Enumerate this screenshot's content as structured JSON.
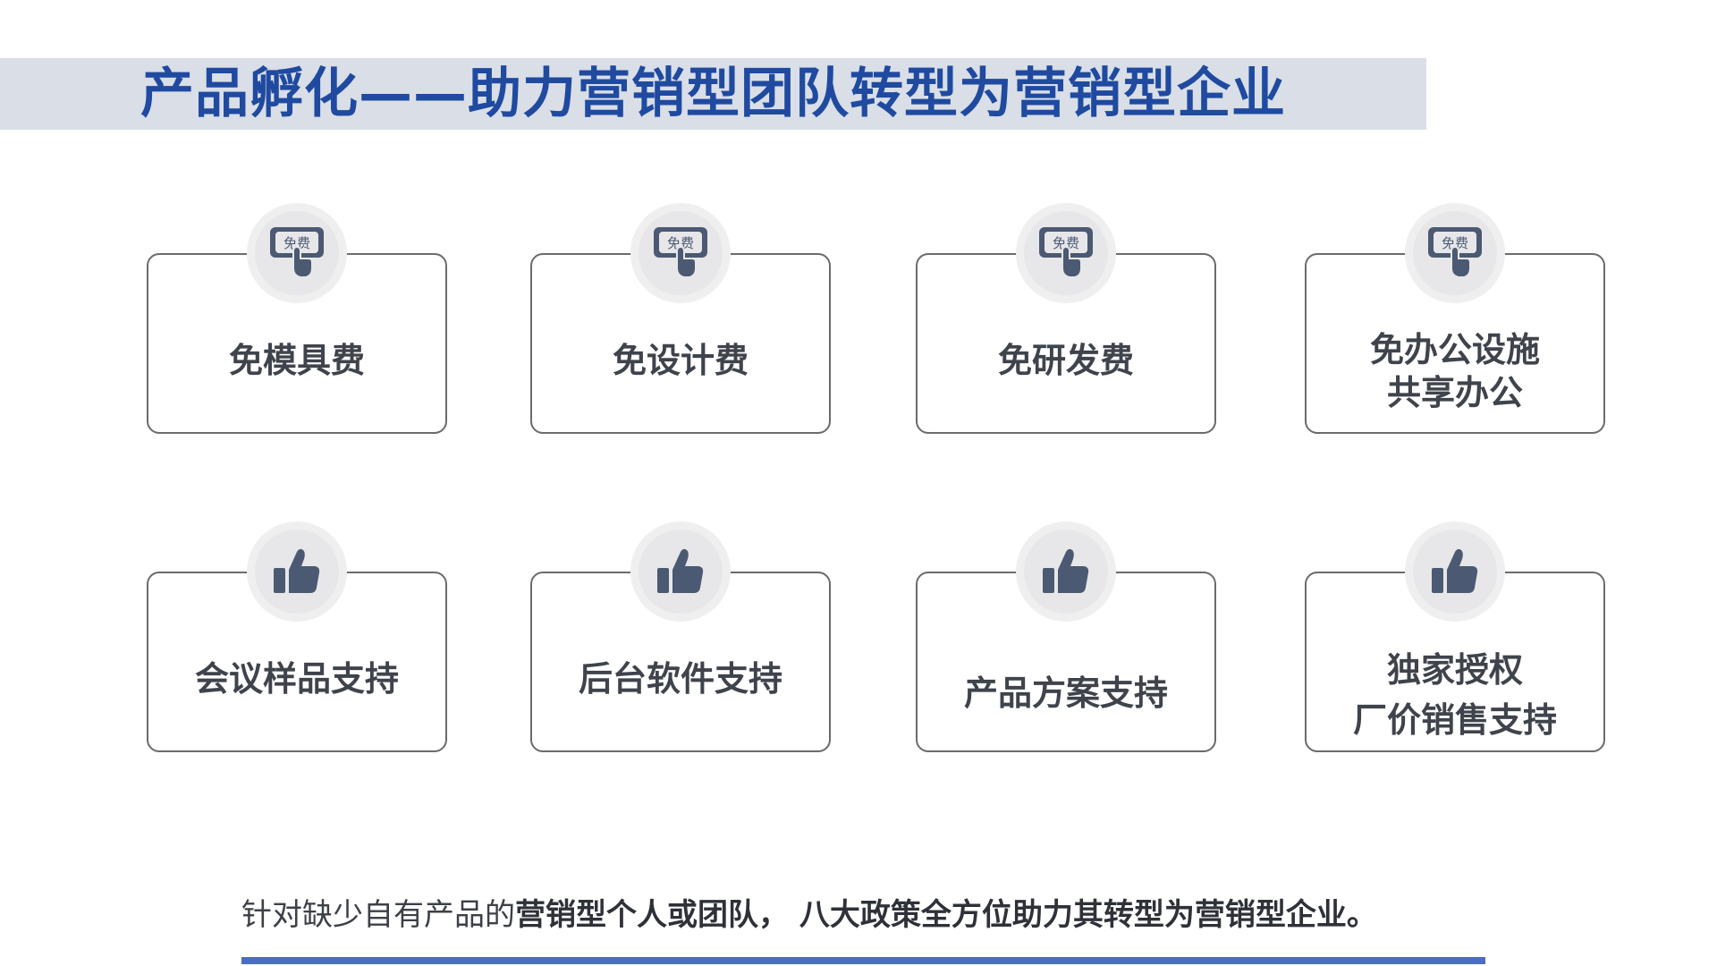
{
  "title": "产品孵化——助力营销型团队转型为营销型企业",
  "free_badge_text": "免费",
  "cards_row1": [
    {
      "icon": "free-badge-hand-icon",
      "lines": [
        "免模具费"
      ]
    },
    {
      "icon": "free-badge-hand-icon",
      "lines": [
        "免设计费"
      ]
    },
    {
      "icon": "free-badge-hand-icon",
      "lines": [
        "免研发费"
      ]
    },
    {
      "icon": "free-badge-hand-icon",
      "lines": [
        "免办公设施",
        "共享办公"
      ]
    }
  ],
  "cards_row2": [
    {
      "icon": "thumbs-up-icon",
      "lines": [
        "会议样品支持"
      ]
    },
    {
      "icon": "thumbs-up-icon",
      "lines": [
        "后台软件支持"
      ]
    },
    {
      "icon": "thumbs-up-icon",
      "lines": [
        "产品方案支持"
      ]
    },
    {
      "icon": "thumbs-up-icon",
      "lines": [
        "独家授权",
        "厂价销售支持"
      ]
    }
  ],
  "footer": {
    "part1": "针对缺少自有产品的",
    "part2": "营销型个人或团队，  八大政策全方位助力其转型为营销型企业。"
  },
  "colors": {
    "title": "#1f4aa0",
    "title_bar": "#d9dee7",
    "icon": "#4b5a72",
    "footer_rule": "#4a6fc1"
  }
}
